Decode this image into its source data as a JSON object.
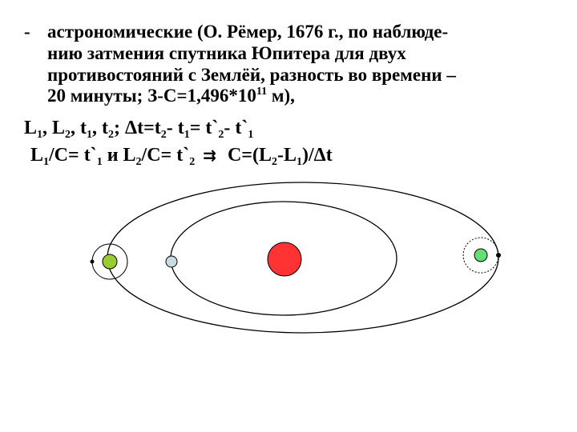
{
  "text": {
    "line1_bullet": "-",
    "line1": "астрономические (О. Рёмер, 1676 г., по наблюде-",
    "line2": "нию затмения спутника Юпитера для двух",
    "line3": "противостояний с Землёй, разность во времени –",
    "line4_a": "20 минуты; З-С=1,496*10",
    "line4_sup": "11",
    "line4_b": " м),",
    "f1": {
      "L": "L",
      "one": "1",
      "c1": ", ",
      "two": "2",
      "t_part1": ", t",
      "t_part2": ", t",
      "delta_part": "; Δt=t",
      "minus_t": "- t",
      "eq_t": "= t`",
      "minus_t_prime": "- t`"
    },
    "f2": {
      "L1": "L",
      "one": "1",
      "over_c1": "/C= t`",
      "and": "и",
      "L2": "L",
      "two": "2",
      "over_c2": "/C= t`",
      "arrow": "⇉",
      "c_eq": "C=(L",
      "minus_l": "-L",
      "close": ")/Δt"
    }
  },
  "colors": {
    "sun": "#ff3333",
    "earth": "#c8dce0",
    "jupiter_left": "#99cc33",
    "jupiter_right": "#66dd77",
    "ink": "#000000"
  }
}
